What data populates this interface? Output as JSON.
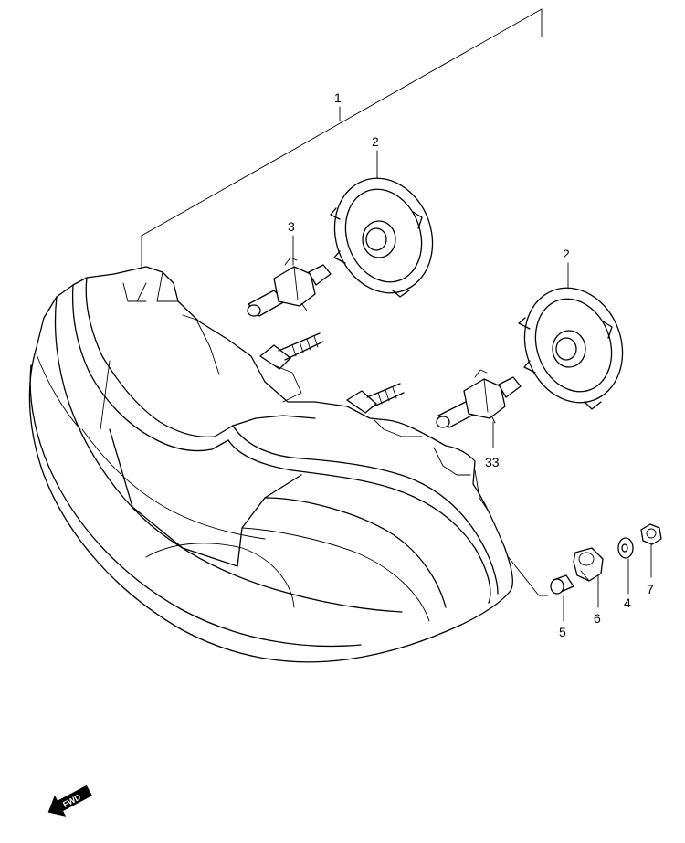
{
  "callouts": {
    "headlamp_assembly": "1",
    "bulb_socket_upper": "2",
    "bulb_socket_lower": "2",
    "bulb_upper": "3",
    "bulb_lower": "33",
    "washer": "4",
    "spacer": "5",
    "cushion": "6",
    "nut": "7"
  },
  "fwd_arrow": {
    "label": "FWD"
  }
}
